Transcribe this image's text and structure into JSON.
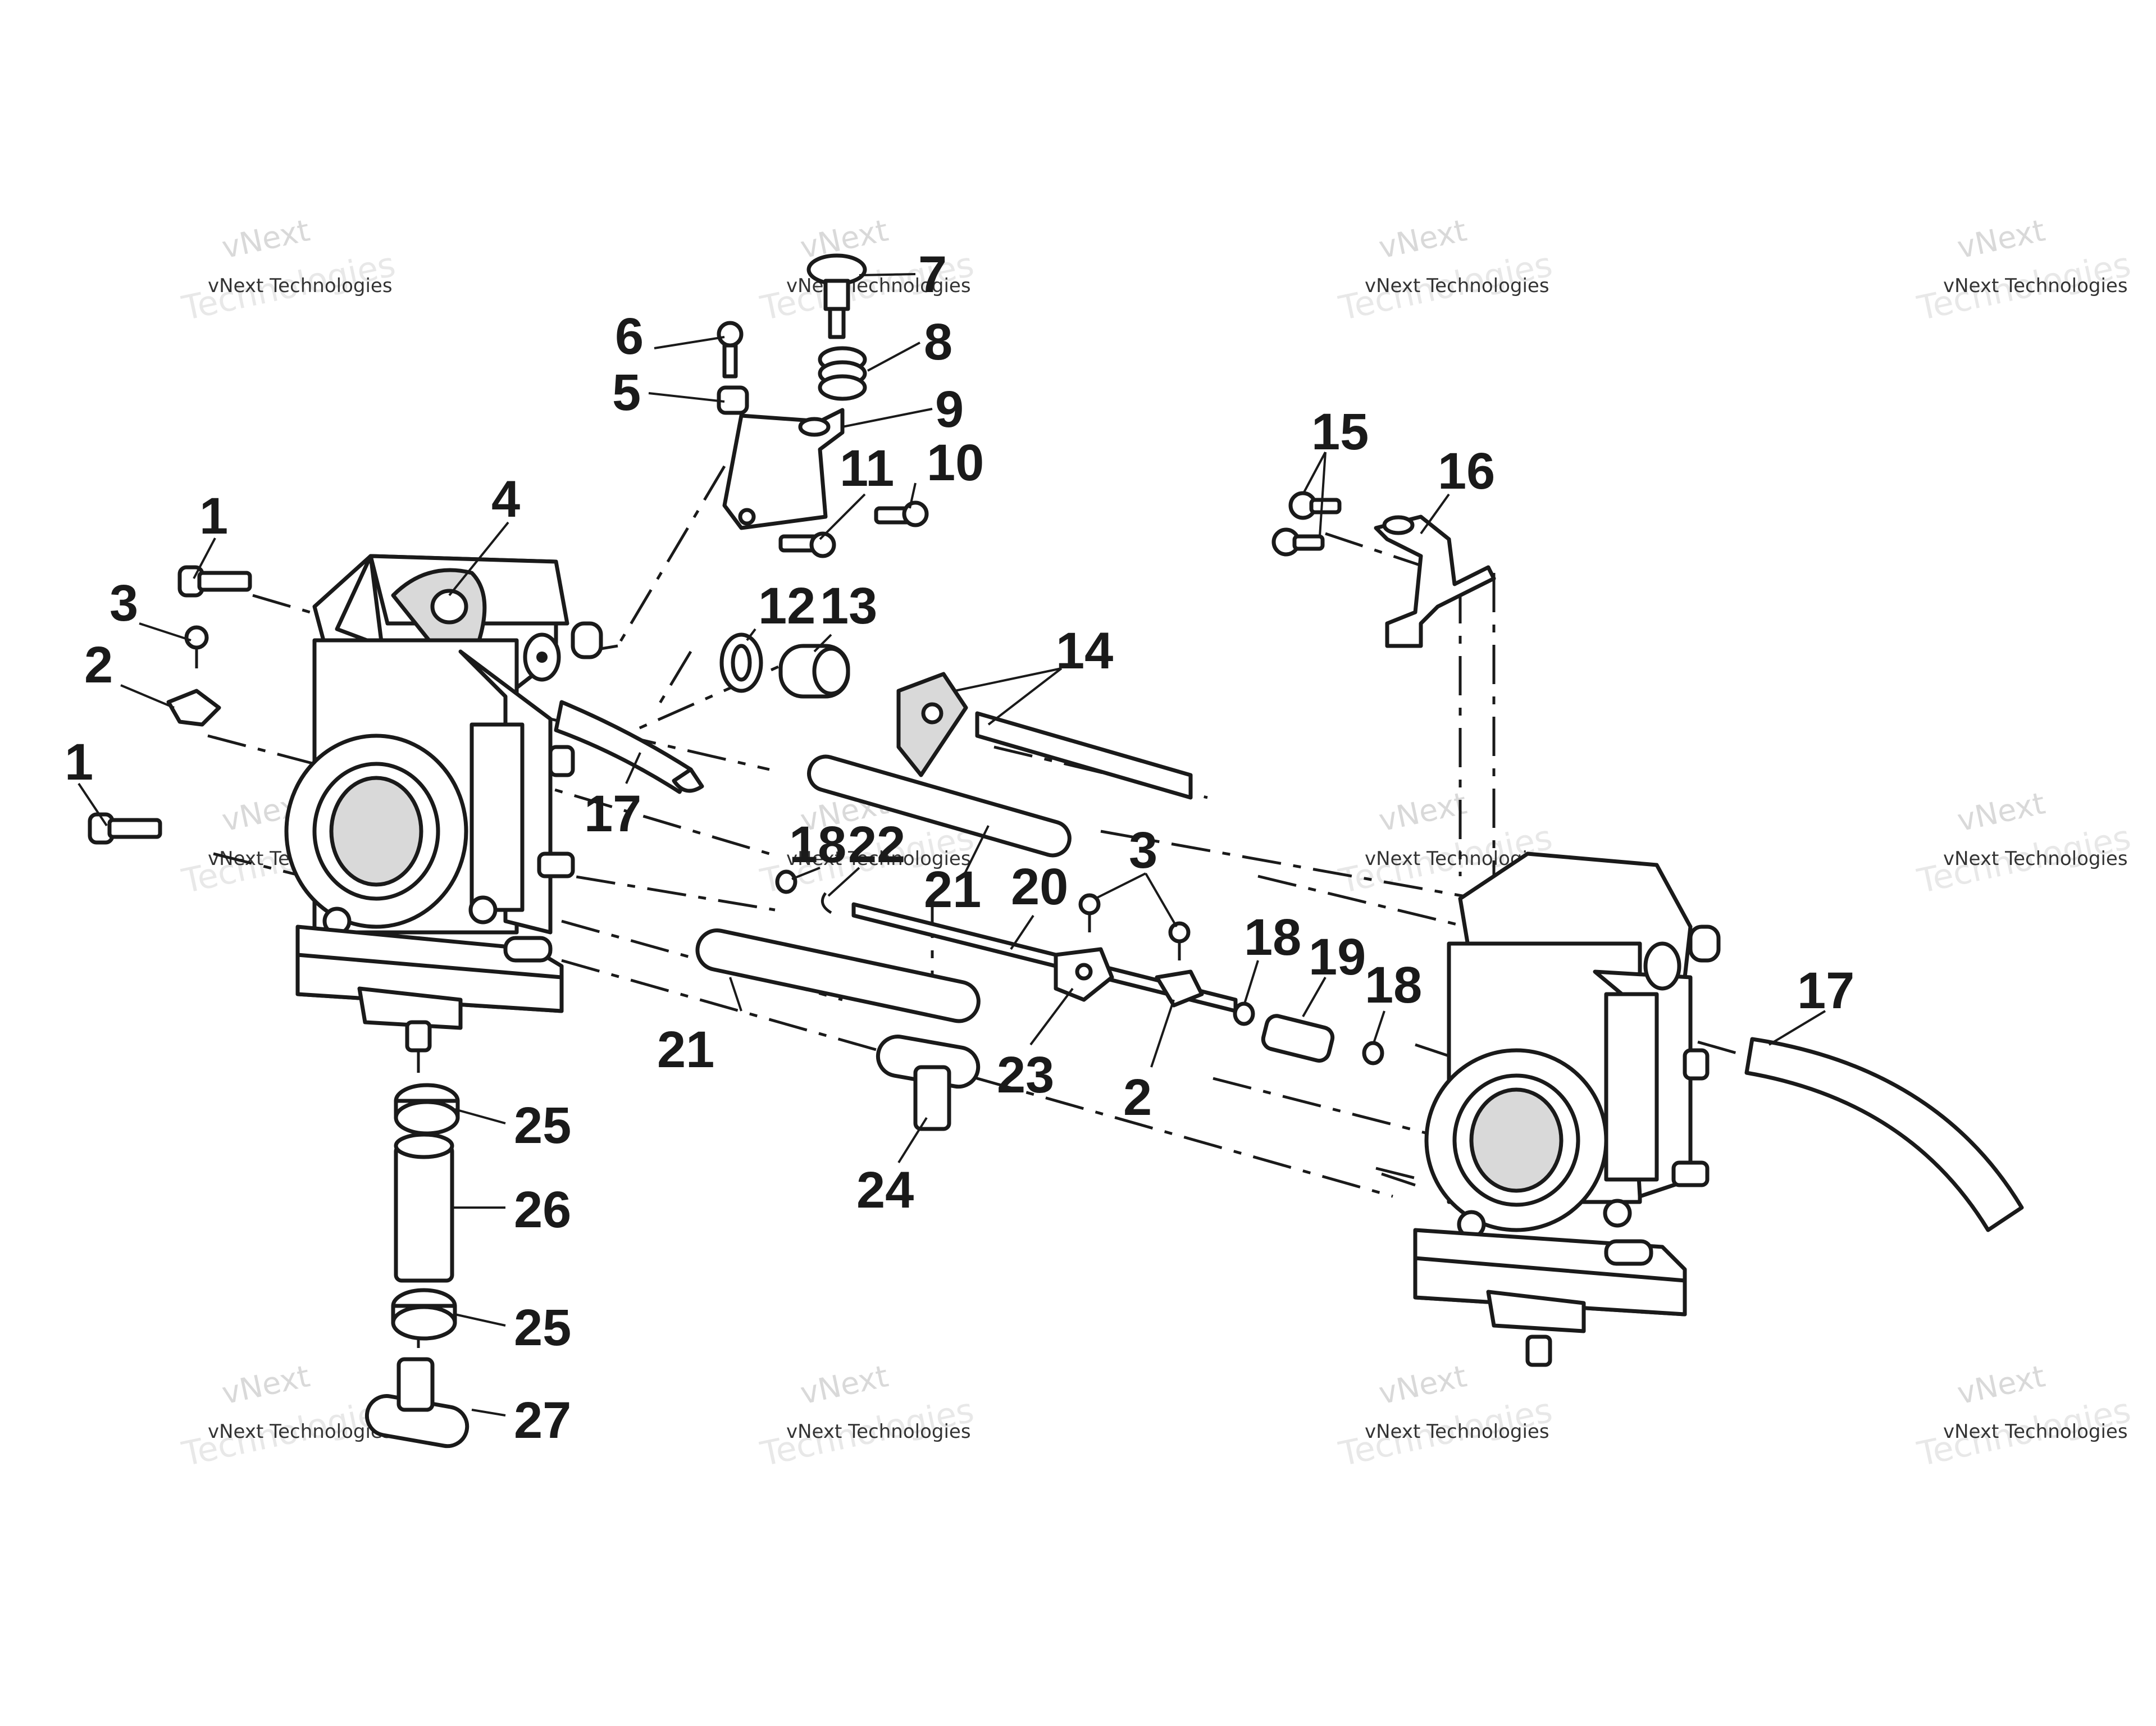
{
  "diagram": {
    "callouts": [
      {
        "id": "c1a",
        "text": "1"
      },
      {
        "id": "c1b",
        "text": "1"
      },
      {
        "id": "c2a",
        "text": "2"
      },
      {
        "id": "c2b",
        "text": "2"
      },
      {
        "id": "c3a",
        "text": "3"
      },
      {
        "id": "c3b",
        "text": "3"
      },
      {
        "id": "c4",
        "text": "4"
      },
      {
        "id": "c5",
        "text": "5"
      },
      {
        "id": "c6",
        "text": "6"
      },
      {
        "id": "c7",
        "text": "7"
      },
      {
        "id": "c8",
        "text": "8"
      },
      {
        "id": "c9",
        "text": "9"
      },
      {
        "id": "c10",
        "text": "10"
      },
      {
        "id": "c11",
        "text": "11"
      },
      {
        "id": "c12",
        "text": "12"
      },
      {
        "id": "c13",
        "text": "13"
      },
      {
        "id": "c14",
        "text": "14"
      },
      {
        "id": "c15",
        "text": "15"
      },
      {
        "id": "c16",
        "text": "16"
      },
      {
        "id": "c17a",
        "text": "17"
      },
      {
        "id": "c17b",
        "text": "17"
      },
      {
        "id": "c18a",
        "text": "18"
      },
      {
        "id": "c18b",
        "text": "18"
      },
      {
        "id": "c18c",
        "text": "18"
      },
      {
        "id": "c19",
        "text": "19"
      },
      {
        "id": "c20",
        "text": "20"
      },
      {
        "id": "c21a",
        "text": "21"
      },
      {
        "id": "c21b",
        "text": "21"
      },
      {
        "id": "c22",
        "text": "22"
      },
      {
        "id": "c23",
        "text": "23"
      },
      {
        "id": "c24",
        "text": "24"
      },
      {
        "id": "c25a",
        "text": "25"
      },
      {
        "id": "c25b",
        "text": "25"
      },
      {
        "id": "c26",
        "text": "26"
      },
      {
        "id": "c27",
        "text": "27"
      }
    ],
    "watermark": {
      "line1": "vNext",
      "line2": "vNext Technologies",
      "line3": "Technologies"
    }
  }
}
